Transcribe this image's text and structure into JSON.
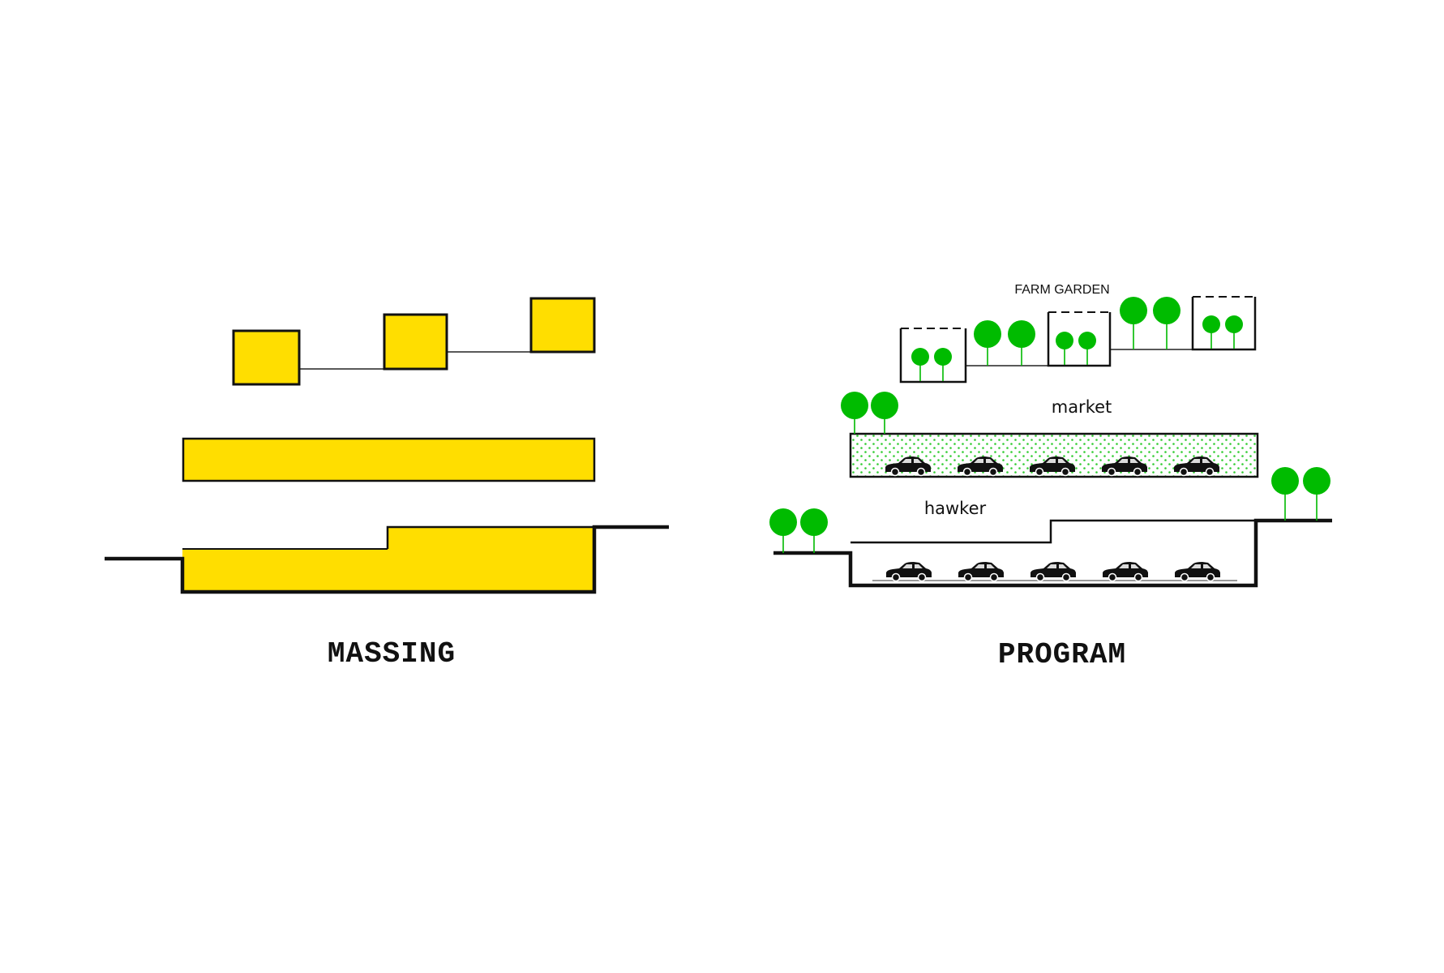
{
  "massing": {
    "caption": "MASSING",
    "fill_color": "#FFDE00"
  },
  "program": {
    "caption": "PROGRAM",
    "labels": {
      "farm_garden": "FARM GARDEN",
      "market": "market",
      "hawker": "hawker"
    },
    "tree_color": "#00BB00",
    "dot_color": "#33CC33",
    "car_icon": "car-icon",
    "tree_icon": "tree-icon",
    "market_cars": 5,
    "hawker_cars": 5
  }
}
